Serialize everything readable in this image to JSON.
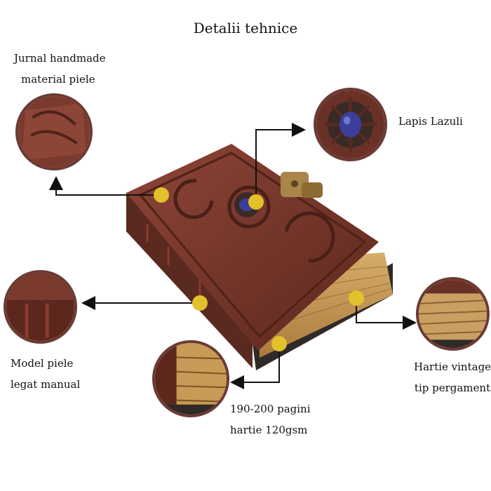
{
  "title": "Detalii tehnice",
  "callouts": {
    "journal": {
      "line1": "Jurnal handmade",
      "line2": "material piele"
    },
    "stone": {
      "line1": "Lapis Lazuli"
    },
    "binding": {
      "line1": "Model piele",
      "line2": "legat manual"
    },
    "paper": {
      "line1": "190-200 pagini",
      "line2": "hartie 120gsm"
    },
    "vintage": {
      "line1": "Hartie vintage",
      "line2": "tip pergament"
    }
  },
  "colors": {
    "leather": "#7a3a2e",
    "leather_dark": "#4e2219",
    "paper": "#c79a55",
    "marker": "#e3c12b",
    "ring": "#6b3a35",
    "stone": "#3b3e9a"
  }
}
